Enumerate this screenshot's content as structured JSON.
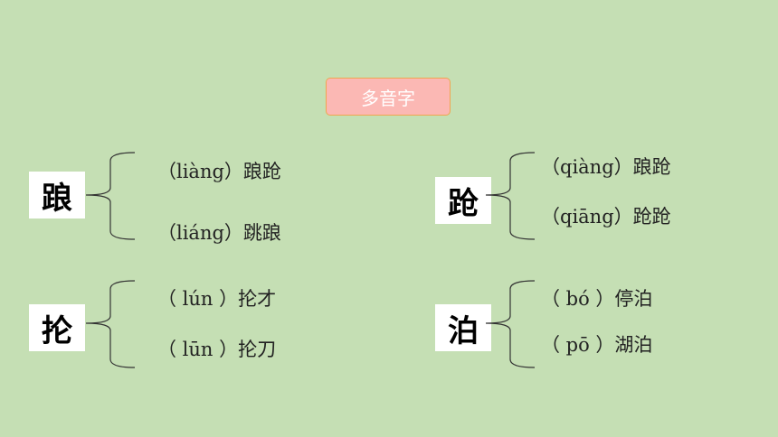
{
  "title": "多音字",
  "groups": [
    {
      "char": "踉",
      "lines": [
        "（liàng）踉跄",
        "（liáng）跳踉"
      ]
    },
    {
      "char": "跄",
      "lines": [
        "（qiàng）踉跄",
        "（qiāng）跄跄"
      ]
    },
    {
      "char": "抡",
      "lines": [
        "（ lún ）抡才",
        "（ lūn ）抡刀"
      ]
    },
    {
      "char": "泊",
      "lines": [
        "（ bó ）停泊",
        "（ pō ）湖泊"
      ]
    }
  ]
}
